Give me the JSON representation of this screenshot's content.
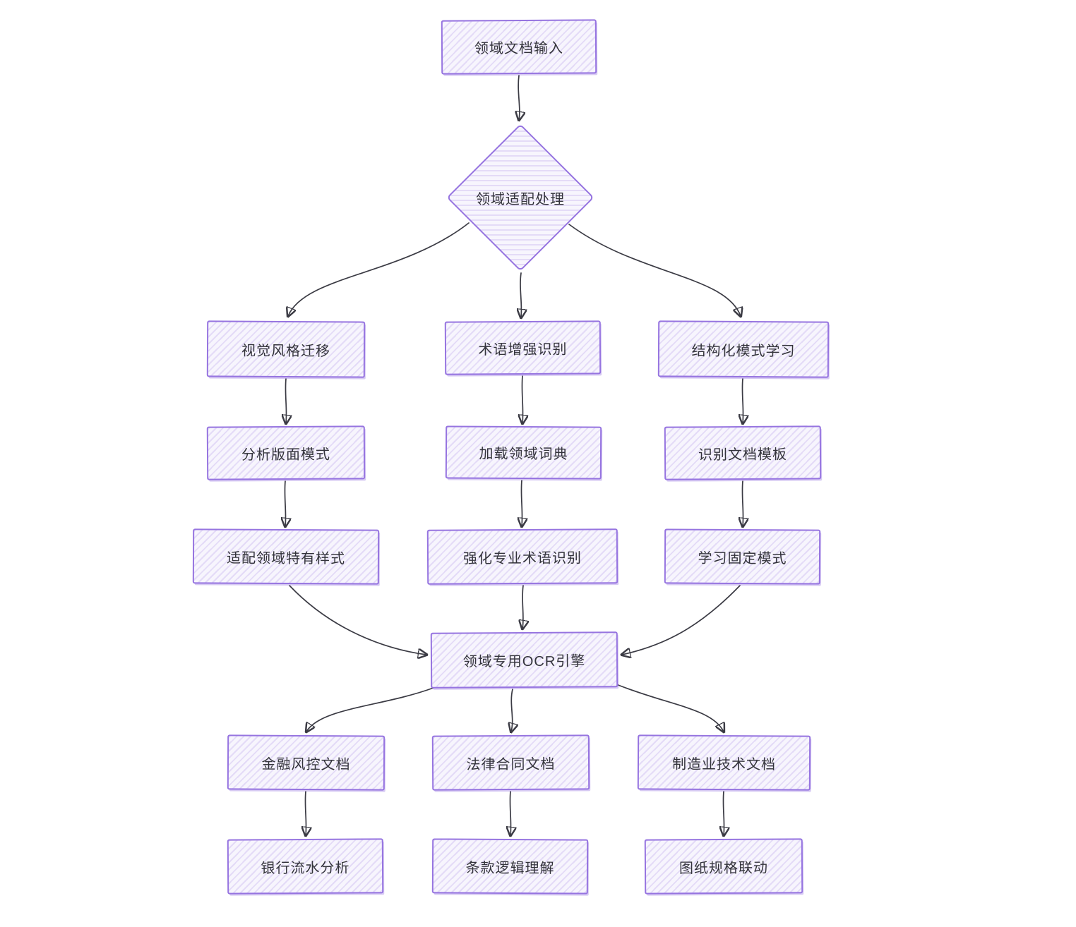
{
  "diagram": {
    "colors": {
      "background": "#ffffff",
      "node_border": "#9674e0",
      "node_fill_hatch": "#e9e5f8",
      "arrow": "#3b3b44",
      "text": "#33333b"
    },
    "nodes": [
      {
        "id": "input",
        "shape": "rect",
        "label": "领域文档输入"
      },
      {
        "id": "adapt",
        "shape": "diamond",
        "label": "领域适配处理"
      },
      {
        "id": "visual",
        "shape": "rect",
        "label": "视觉风格迁移"
      },
      {
        "id": "term",
        "shape": "rect",
        "label": "术语增强识别"
      },
      {
        "id": "struct",
        "shape": "rect",
        "label": "结构化模式学习"
      },
      {
        "id": "layout",
        "shape": "rect",
        "label": "分析版面模式"
      },
      {
        "id": "dict",
        "shape": "rect",
        "label": "加载领域词典"
      },
      {
        "id": "template",
        "shape": "rect",
        "label": "识别文档模板"
      },
      {
        "id": "style",
        "shape": "rect",
        "label": "适配领域特有样式"
      },
      {
        "id": "enhance",
        "shape": "rect",
        "label": "强化专业术语识别"
      },
      {
        "id": "fixed",
        "shape": "rect",
        "label": "学习固定模式"
      },
      {
        "id": "ocr",
        "shape": "rect",
        "label": "领域专用OCR引擎"
      },
      {
        "id": "finance",
        "shape": "rect",
        "label": "金融风控文档"
      },
      {
        "id": "legal",
        "shape": "rect",
        "label": "法律合同文档"
      },
      {
        "id": "mfg",
        "shape": "rect",
        "label": "制造业技术文档"
      },
      {
        "id": "bank",
        "shape": "rect",
        "label": "银行流水分析"
      },
      {
        "id": "clause",
        "shape": "rect",
        "label": "条款逻辑理解"
      },
      {
        "id": "drawing",
        "shape": "rect",
        "label": "图纸规格联动"
      }
    ],
    "edges": [
      {
        "from": "input",
        "to": "adapt"
      },
      {
        "from": "adapt",
        "to": "visual"
      },
      {
        "from": "adapt",
        "to": "term"
      },
      {
        "from": "adapt",
        "to": "struct"
      },
      {
        "from": "visual",
        "to": "layout"
      },
      {
        "from": "term",
        "to": "dict"
      },
      {
        "from": "struct",
        "to": "template"
      },
      {
        "from": "layout",
        "to": "style"
      },
      {
        "from": "dict",
        "to": "enhance"
      },
      {
        "from": "template",
        "to": "fixed"
      },
      {
        "from": "style",
        "to": "ocr"
      },
      {
        "from": "enhance",
        "to": "ocr"
      },
      {
        "from": "fixed",
        "to": "ocr"
      },
      {
        "from": "ocr",
        "to": "finance"
      },
      {
        "from": "ocr",
        "to": "legal"
      },
      {
        "from": "ocr",
        "to": "mfg"
      },
      {
        "from": "finance",
        "to": "bank"
      },
      {
        "from": "legal",
        "to": "clause"
      },
      {
        "from": "mfg",
        "to": "drawing"
      }
    ]
  }
}
